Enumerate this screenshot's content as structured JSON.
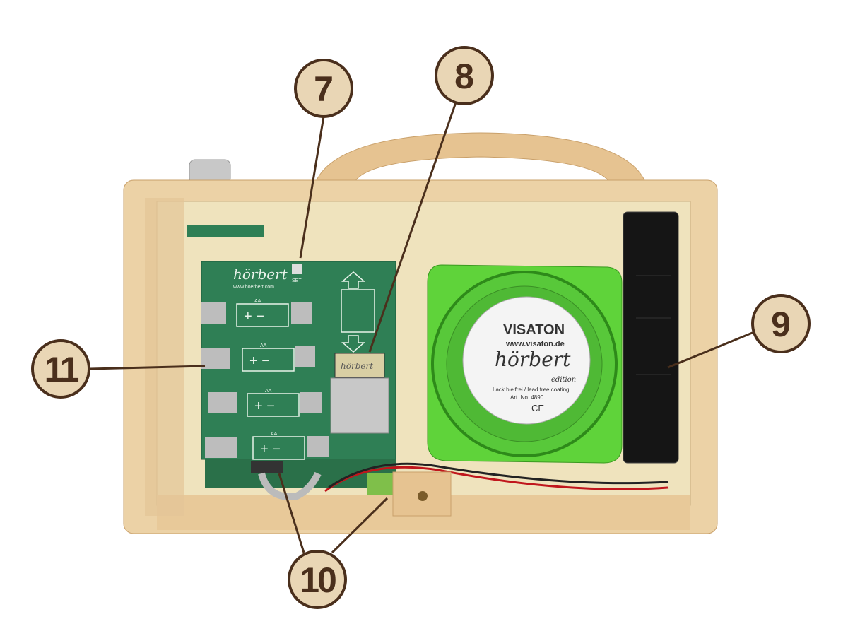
{
  "callouts": [
    {
      "id": "7",
      "label": "7"
    },
    {
      "id": "8",
      "label": "8"
    },
    {
      "id": "9",
      "label": "9"
    },
    {
      "id": "10",
      "label": "10"
    },
    {
      "id": "11",
      "label": "11"
    }
  ],
  "pcb": {
    "brand": "hörbert",
    "url": "www.hoerbert.com",
    "set_label": "SET",
    "battery_labels": [
      "AA",
      "AA",
      "AA",
      "AA"
    ],
    "sd_card_label": "hörbert"
  },
  "speaker": {
    "brand": "VISATON",
    "url": "www.visaton.de",
    "edition_name": "hörbert",
    "edition_word": "edition",
    "coating": "Lack bleifrei / lead free coating",
    "art_no": "Art. No. 4890",
    "marks": "CE"
  },
  "colors": {
    "callout_fill": "#e9d6b5",
    "callout_stroke": "#4a2f1c",
    "wood": "#ecd2a6",
    "pcb_green": "#2f7f55",
    "speaker_green": "#5fd33a"
  }
}
